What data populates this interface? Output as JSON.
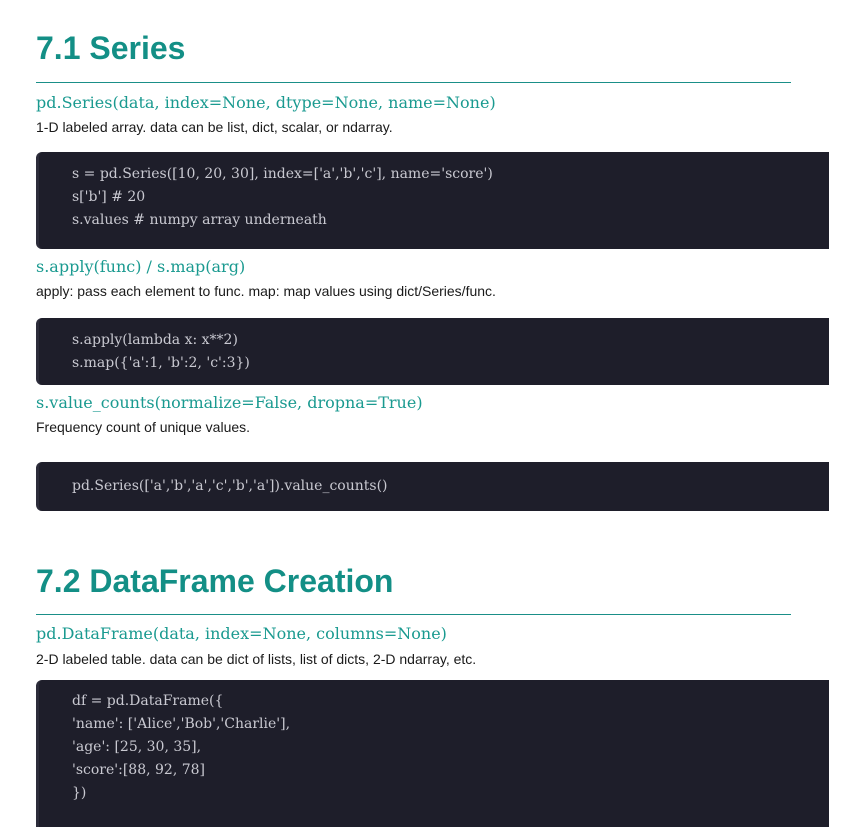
{
  "sections": [
    {
      "title": "7.1 Series",
      "entries": [
        {
          "signature": "pd.Series(data, index=None, dtype=None, name=None)",
          "description": "1-D labeled array. data can be list, dict, scalar, or ndarray.",
          "code": [
            "s = pd.Series([10, 20, 30], index=['a','b','c'], name='score')",
            "s['b'] # 20",
            "s.values # numpy array underneath"
          ]
        },
        {
          "signature": "s.apply(func) / s.map(arg)",
          "description": "apply: pass each element to func. map: map values using dict/Series/func.",
          "code": [
            "s.apply(lambda x: x**2)",
            "s.map({'a':1, 'b':2, 'c':3})"
          ]
        },
        {
          "signature": "s.value_counts(normalize=False, dropna=True)",
          "description": "Frequency count of unique values.",
          "code": [
            "pd.Series(['a','b','a','c','b','a']).value_counts()"
          ]
        }
      ]
    },
    {
      "title": "7.2 DataFrame Creation",
      "entries": [
        {
          "signature": "pd.DataFrame(data, index=None, columns=None)",
          "description": "2-D labeled table. data can be dict of lists, list of dicts, 2-D ndarray, etc.",
          "code": [
            "df = pd.DataFrame({",
            "'name': ['Alice','Bob','Charlie'],",
            "'age': [25, 30, 35],",
            "'score':[88, 92, 78]",
            "})"
          ]
        }
      ]
    }
  ]
}
